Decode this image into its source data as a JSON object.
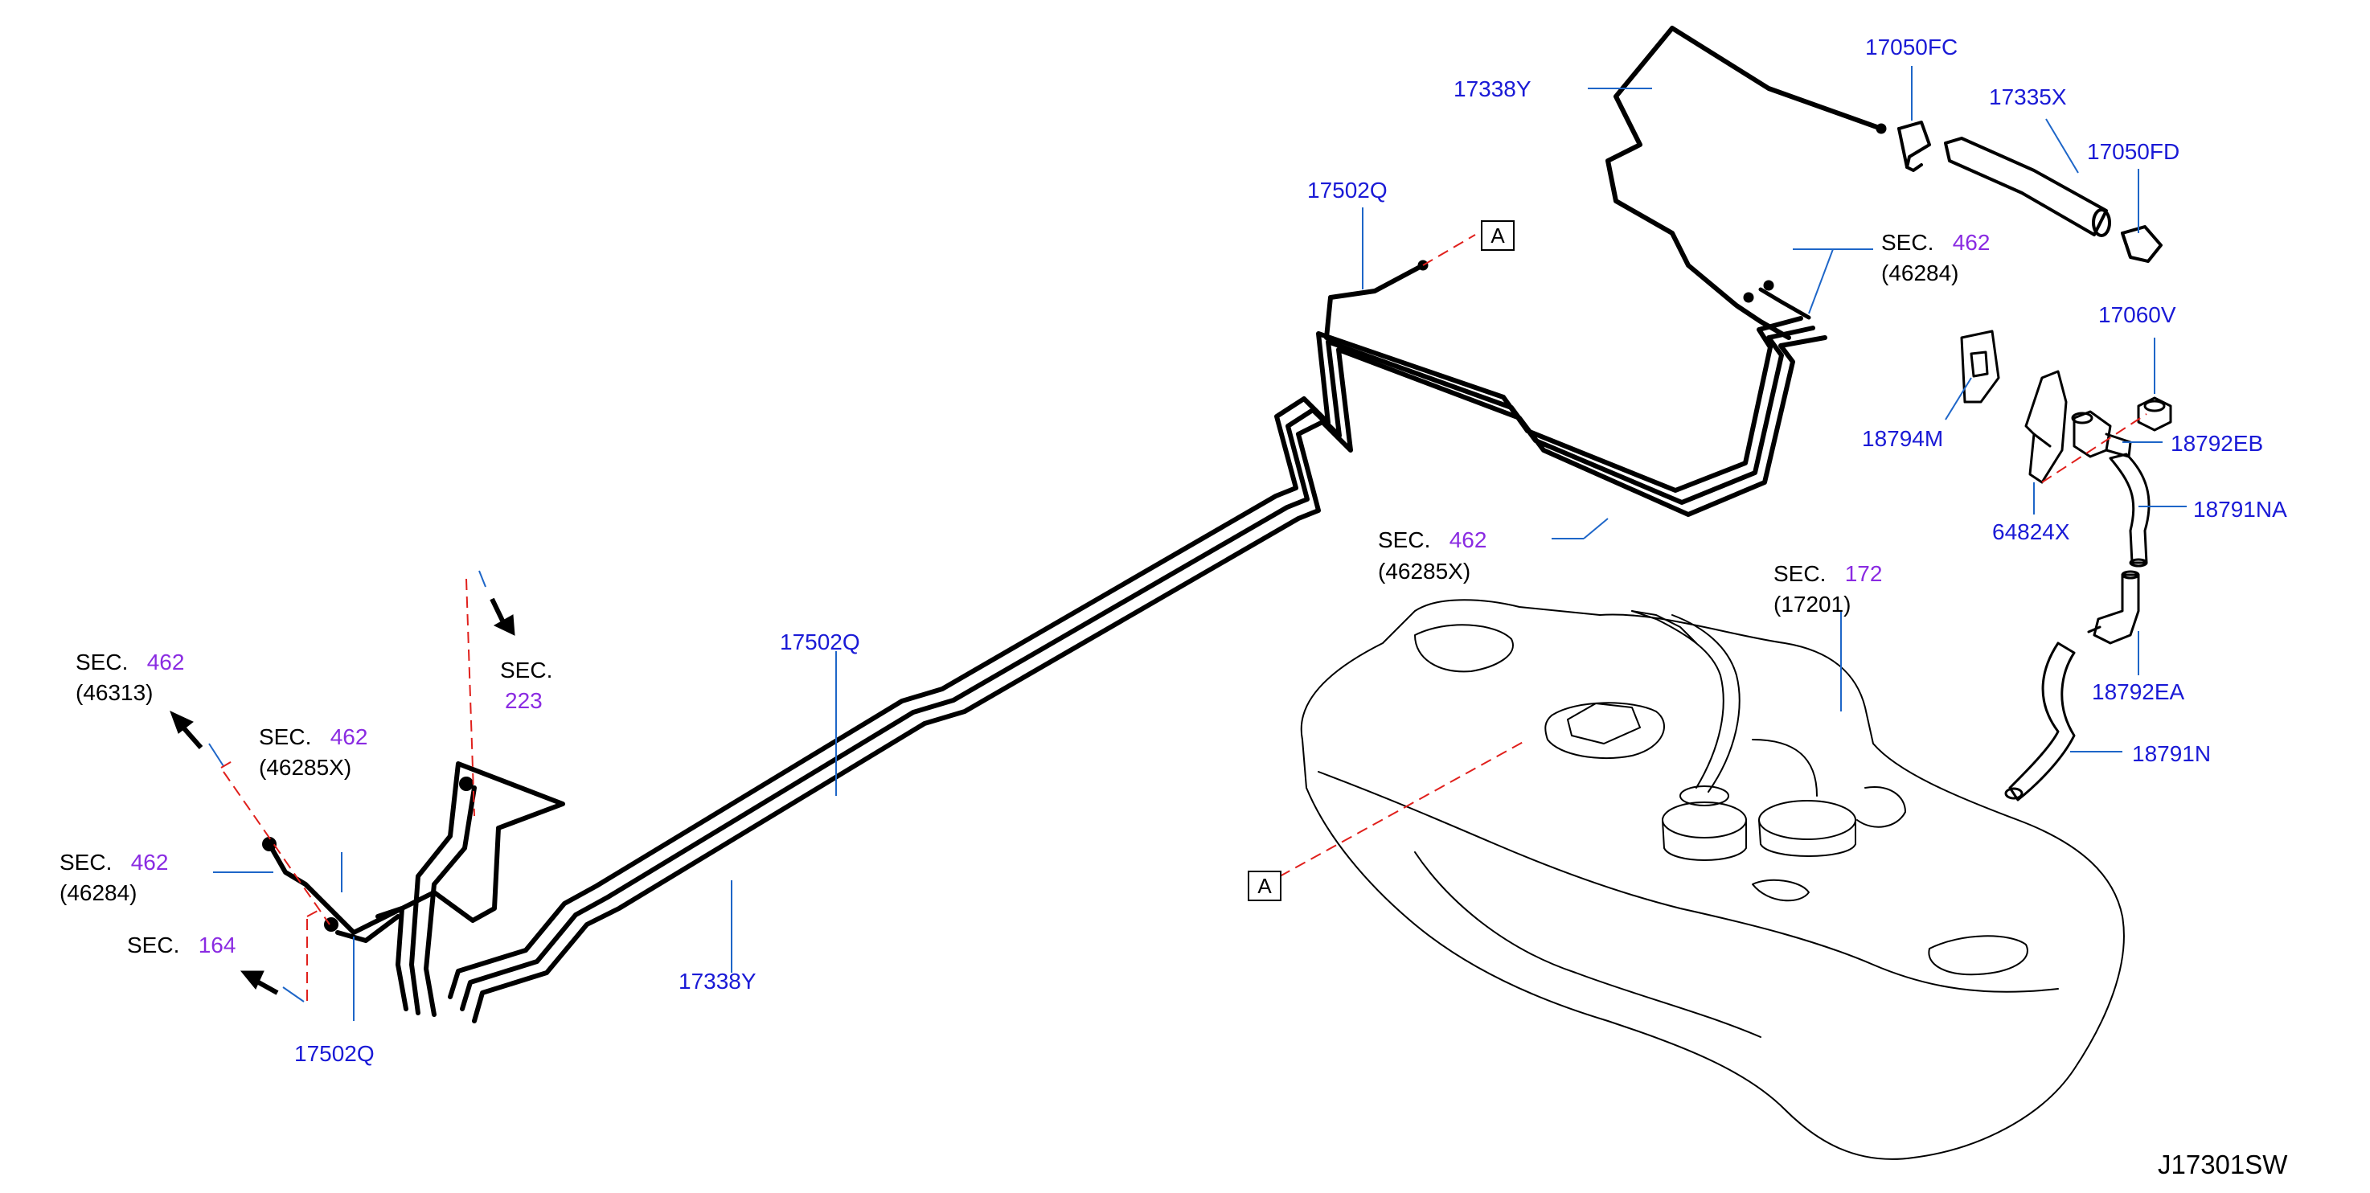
{
  "colors": {
    "part_label": "#1a1ad6",
    "section_number": "#8a2be2",
    "leader_line": "#1e66c8",
    "dashed_ref": "#e0201c",
    "ink": "#000000"
  },
  "part_numbers": {
    "p_17338Y_top": "17338Y",
    "p_17050FC": "17050FC",
    "p_17335X": "17335X",
    "p_17050FD": "17050FD",
    "p_17502Q_top": "17502Q",
    "p_17060V": "17060V",
    "p_18794M": "18794M",
    "p_18792EB": "18792EB",
    "p_64824X": "64824X",
    "p_18791NA": "18791NA",
    "p_18792EA": "18792EA",
    "p_18791N": "18791N",
    "p_17502Q_mid": "17502Q",
    "p_17338Y_bottom": "17338Y",
    "p_17502Q_bottom": "17502Q"
  },
  "section_refs": {
    "sec_word": "SEC.",
    "s_462_46284_top": {
      "number": "462",
      "ref": "(46284)"
    },
    "s_462_46285X_mid": {
      "number": "462",
      "ref": "(46285X)"
    },
    "s_172_17201": {
      "number": "172",
      "ref": "(17201)"
    },
    "s_223": {
      "number": "223"
    },
    "s_462_46313": {
      "number": "462",
      "ref": "(46313)"
    },
    "s_462_46285X_left": {
      "number": "462",
      "ref": "(46285X)"
    },
    "s_462_46284_left": {
      "number": "462",
      "ref": "(46284)"
    },
    "s_164": {
      "number": "164"
    }
  },
  "view_marks": {
    "top": "A",
    "bottom": "A"
  },
  "diagram_code": "J17301SW"
}
